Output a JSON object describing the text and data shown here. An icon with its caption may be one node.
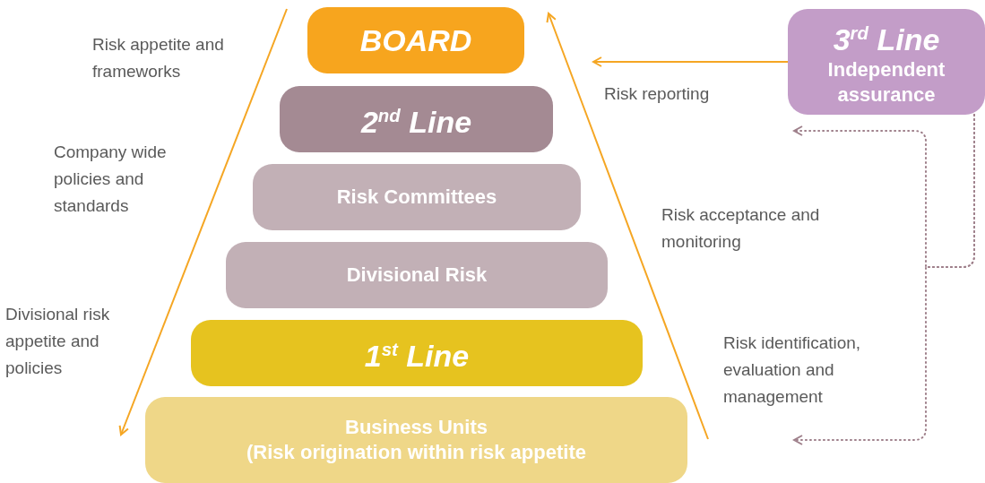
{
  "diagram": {
    "nodes": [
      {
        "text": [
          "BOARD"
        ]
      },
      {
        "text": [
          "2$^{nd}$ Line"
        ]
      },
      {
        "text": [
          "Risk Committees"
        ]
      },
      {
        "text": [
          "Divisional Risk"
        ]
      },
      {
        "text": [
          "1$^{st}$ Line"
        ]
      },
      {
        "text": [
          "Business Units",
          "(Risk origination within risk appetite"
        ]
      },
      {
        "text": [
          "3$^{rd}$ Line",
          "Independent assurance"
        ]
      }
    ],
    "edges": [
      {
        "from": 6,
        "to": null,
        "arrow": "to",
        "label": "Risk reporting",
        "color": "#f5a623"
      },
      {
        "from": 6,
        "to": null,
        "arrow": "to",
        "style": "dashed",
        "color": "#9e7f8a"
      },
      {
        "from": 6,
        "to": null,
        "arrow": "to",
        "style": "dashed",
        "color": "#9e7f8a"
      }
    ],
    "labels": [
      "Risk appetite and frameworks",
      "Company wide policies and standards",
      "Risk acceptance and monitoring",
      "Divisional risk appetite and policies",
      "Risk identification, evaluation and management"
    ]
  }
}
